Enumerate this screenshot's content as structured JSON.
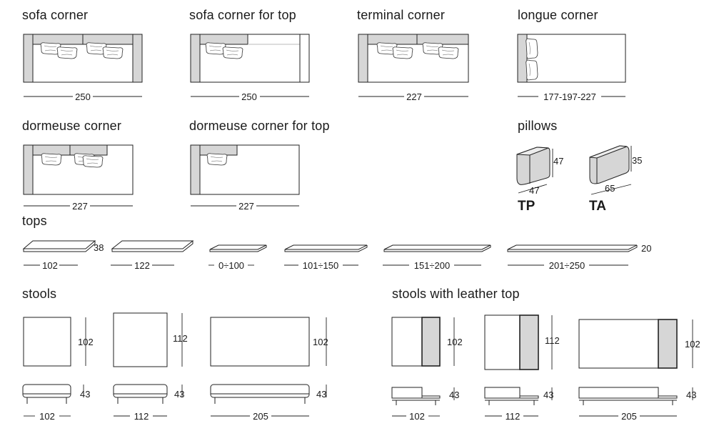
{
  "sections": {
    "sofa_corner": "sofa corner",
    "sofa_corner_top": "sofa corner for top",
    "terminal_corner": "terminal corner",
    "longue_corner": "longue corner",
    "dormeuse_corner": "dormeuse corner",
    "dormeuse_corner_top": "dormeuse corner for top",
    "pillows": "pillows",
    "tops": "tops",
    "stools": "stools",
    "stools_leather": "stools with leather top"
  },
  "dims": {
    "sofa_corner": "250",
    "sofa_corner_top": "250",
    "terminal_corner": "227",
    "longue_corner": "177-197-227",
    "dormeuse_corner": "227",
    "dormeuse_corner_top": "227",
    "pillow_tp_h": "47",
    "pillow_tp_w": "47",
    "pillow_ta_h": "35",
    "pillow_ta_w": "65",
    "top_depth": "38",
    "top_thickness": "20",
    "top_1": "102",
    "top_2": "122",
    "top_3": "0÷100",
    "top_4": "101÷150",
    "top_5": "151÷200",
    "top_6": "201÷250",
    "stool_d1": "102",
    "stool_d2": "112",
    "stool_d3": "102",
    "stool_h1": "43",
    "stool_h2": "43",
    "stool_h3": "43",
    "stool_w1": "102",
    "stool_w2": "112",
    "stool_w3": "205",
    "lstool_d1": "102",
    "lstool_d2": "112",
    "lstool_d3": "102",
    "lstool_h1": "43",
    "lstool_h2": "43",
    "lstool_h3": "43",
    "lstool_w1": "102",
    "lstool_w2": "112",
    "lstool_w3": "205"
  },
  "pillow_labels": {
    "tp": "TP",
    "ta": "TA"
  },
  "colors": {
    "fill_gray": "#d6d6d6",
    "line": "#222222"
  }
}
